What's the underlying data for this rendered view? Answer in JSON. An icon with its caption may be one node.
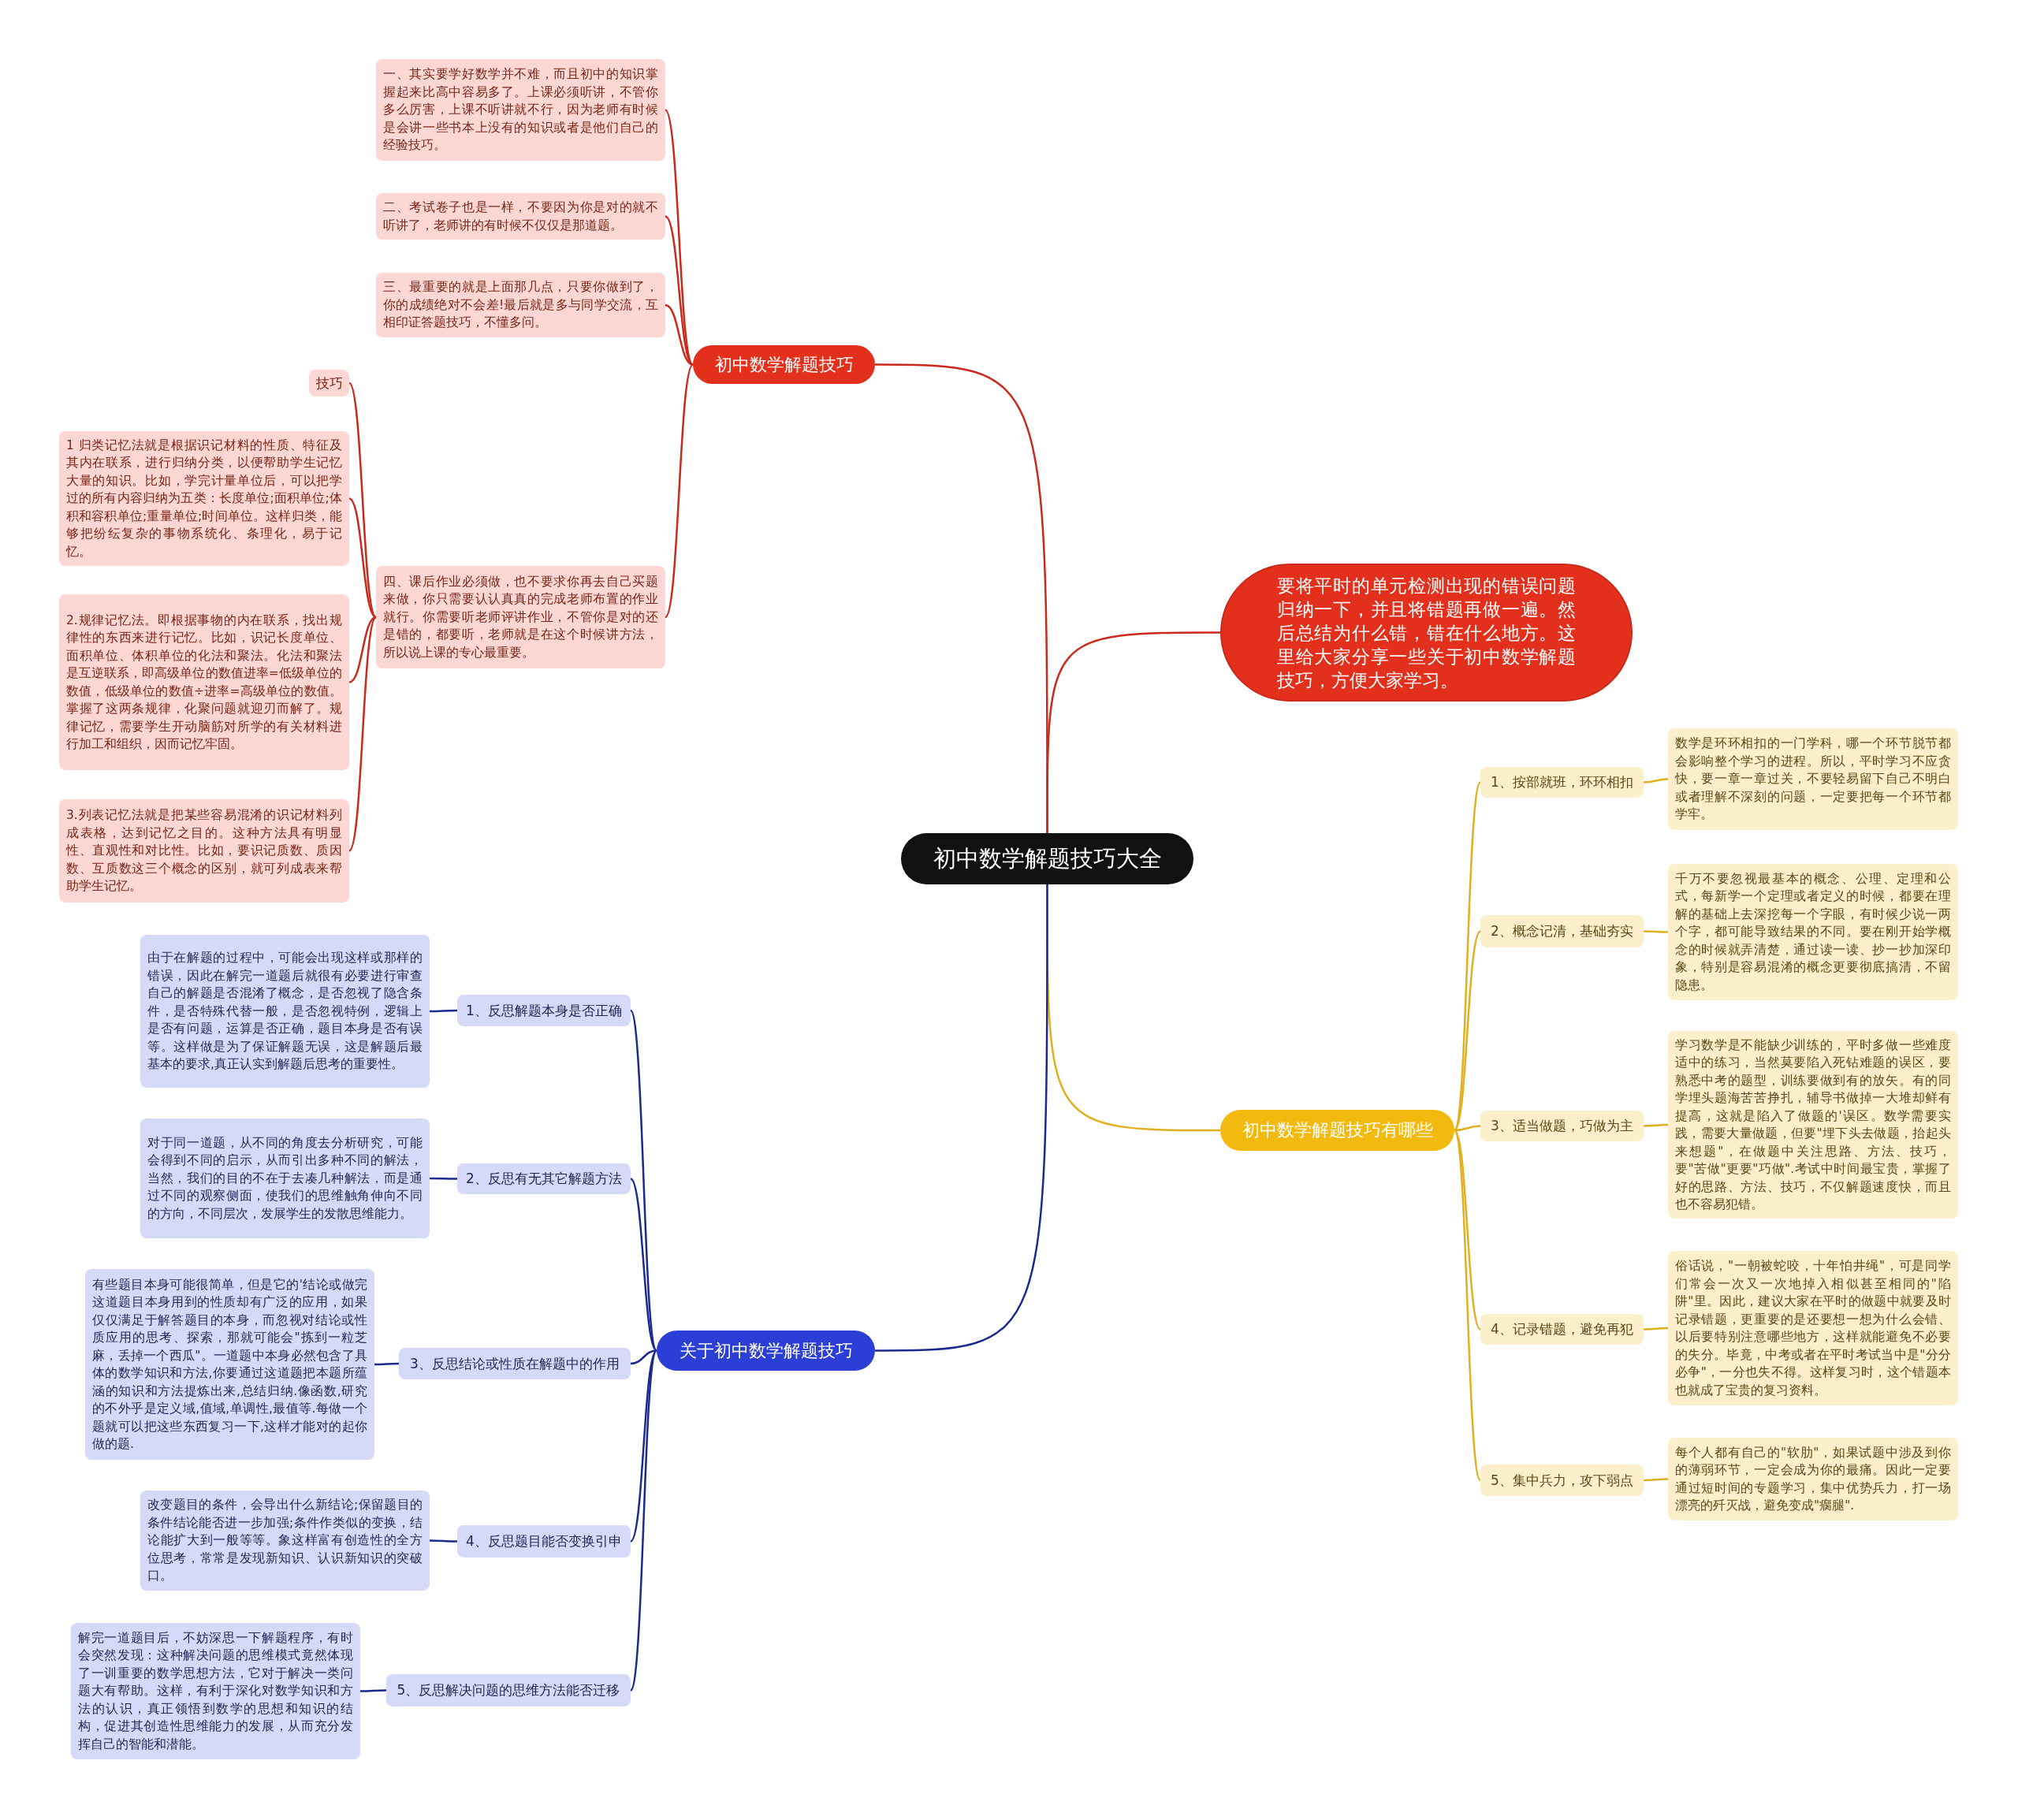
{
  "diagram": {
    "nodes": [
      {
        "text": [
          "初中数学解题技巧大全"
        ]
      },
      {
        "text": [
          "初中数学解题技巧"
        ]
      },
      {
        "text": [
          "一、其实要学好数学并不难，而且初中的知识掌握起来比高中容易多了。上课必须听讲，不管你多么厉害，上课不听讲就不行，因为老师有时候是会讲一些书本上没有的知识或者是他们自己的经验技巧。"
        ]
      },
      {
        "text": [
          "二、考试卷子也是一样，不要因为你是对的就不听讲了，老师讲的有时候不仅仅是那道题。"
        ]
      },
      {
        "text": [
          "三、最重要的就是上面那几点，只要你做到了，你的成绩绝对不会差!最后就是多与同学交流，互相印证答题技巧，不懂多问。"
        ]
      },
      {
        "text": [
          "四、课后作业必须做，也不要求你再去自己买题来做，你只需要认认真真的完成老师布置的作业就行。你需要听老师评讲作业，不管你是对的还是错的，都要听，老师就是在这个时候讲方法，所以说上课的专心最重要。"
        ]
      },
      {
        "text": [
          "技巧"
        ]
      },
      {
        "text": [
          "1 归类记忆法就是根据识记材料的性质、特征及其内在联系，进行归纳分类，以便帮助学生记忆大量的知识。比如，学完计量单位后，可以把学过的所有内容归纳为五类：长度单位;面积单位;体积和容积单位;重量单位;时间单位。这样归类，能够把纷纭复杂的事物系统化、条理化，易于记忆。"
        ]
      },
      {
        "text": [
          "2.规律记忆法。即根据事物的内在联系，找出规律性的东西来进行记忆。比如，识记长度单位、面积单位、体积单位的化法和聚法。化法和聚法是互逆联系，即高级单位的数值进率=低级单位的数值，低级单位的数值÷进率=高级单位的数值。掌握了这两条规律，化聚问题就迎刃而解了。规律记忆，需要学生开动脑筋对所学的有关材料进行加工和组织，因而记忆牢固。"
        ]
      },
      {
        "text": [
          "3.列表记忆法就是把某些容易混淆的识记材料列成表格，达到记忆之目的。这种方法具有明显性、直观性和对比性。比如，要识记质数、质因数、互质数这三个概念的区别，就可列成表来帮助学生记忆。"
        ]
      },
      {
        "text": [
          "要将平时的单元检测出现的错误问题归纳一下，并且将错题再做一遍。然后总结为什么错，错在什么地方。这里给大家分享一些关于初中数学解题技巧，方便大家学习。"
        ]
      },
      {
        "text": [
          "初中数学解题技巧有哪些"
        ]
      },
      {
        "text": [
          "1、按部就班，环环相扣"
        ]
      },
      {
        "text": [
          "数学是环环相扣的一门学科，哪一个环节脱节都会影响整个学习的进程。所以，平时学习不应贪快，要一章一章过关，不要轻易留下自己不明白或者理解不深刻的问题，一定要把每一个环节都学牢。"
        ]
      },
      {
        "text": [
          "2、概念记清，基础夯实"
        ]
      },
      {
        "text": [
          "千万不要忽视最基本的概念、公理、定理和公式，每新学一个定理或者定义的时候，都要在理解的基础上去深挖每一个字眼，有时候少说一两个字，都可能导致结果的不同。要在刚开始学概念的时候就弄清楚，通过读一读、抄一抄加深印象，特别是容易混淆的概念更要彻底搞清，不留隐患。"
        ]
      },
      {
        "text": [
          "3、适当做题，巧做为主"
        ]
      },
      {
        "text": [
          "学习数学是不能缺少训练的，平时多做一些难度适中的练习，当然莫要陷入死钻难题的误区，要熟悉中考的题型，训练要做到有的放矢。有的同学埋头题海苦苦挣扎，辅导书做掉一大堆却鲜有提高，这就是陷入了做题的'误区。数学需要实践，需要大量做题，但要\"埋下头去做题，抬起头来想题\"，在做题中关注思路、方法、技巧，要\"苦做\"更要\"巧做\".考试中时间最宝贵，掌握了好的思路、方法、技巧，不仅解题速度快，而且也不容易犯错。"
        ]
      },
      {
        "text": [
          "4、记录错题，避免再犯"
        ]
      },
      {
        "text": [
          "俗话说，\"一朝被蛇咬，十年怕井绳\"，可是同学们常会一次又一次地掉入相似甚至相同的\"陷阱\"里。因此，建议大家在平时的做题中就要及时记录错题，更重要的是还要想一想为什么会错、以后要特别注意哪些地方，这样就能避免不必要的失分。毕竟，中考或者在平时考试当中是\"分分必争\"，一分也失不得。这样复习时，这个错题本也就成了宝贵的复习资料。"
        ]
      },
      {
        "text": [
          "5、集中兵力，攻下弱点"
        ]
      },
      {
        "text": [
          "每个人都有自己的\"软肋\"，如果试题中涉及到你的薄弱环节，一定会成为你的最痛。因此一定要通过短时间的专题学习，集中优势兵力，打一场漂亮的歼灭战，避免变成\"瘸腿\"."
        ]
      },
      {
        "text": [
          "关于初中数学解题技巧"
        ]
      },
      {
        "text": [
          "1、反思解题本身是否正确"
        ]
      },
      {
        "text": [
          "由于在解题的过程中，可能会出现这样或那样的错误，因此在解完一道题后就很有必要进行审查自己的解题是否混淆了概念，是否忽视了隐含条件，是否特殊代替一般，是否忽视特例，逻辑上是否有问题，运算是否正确，题目本身是否有误等。这样做是为了保证解题无误，这是解题后最基本的要求,真正认实到解题后思考的重要性。"
        ]
      },
      {
        "text": [
          "2、反思有无其它解题方法"
        ]
      },
      {
        "text": [
          "对于同一道题，从不同的角度去分析研究，可能会得到不同的启示，从而引出多种不同的解法，当然，我们的目的不在于去凑几种解法，而是通过不同的观察侧面，使我们的思维触角伸向不同的方向，不同层次，发展学生的发散思维能力。"
        ]
      },
      {
        "text": [
          "3、反思结论或性质在解题中的作用"
        ]
      },
      {
        "text": [
          "有些题目本身可能很简单，但是它的'结论或做完这道题目本身用到的性质却有广泛的应用，如果仅仅满足于解答题目的本身，而忽视对结论或性质应用的思考、探索，那就可能会\"拣到一粒芝麻，丢掉一个西瓜\"。一道题中本身必然包含了具体的数学知识和方法,你要通过这道题把本题所蕴涵的知识和方法提炼出来,总结归纳.像函数,研究的不外乎是定义域,值域,单调性,最值等.每做一个题就可以把这些东西复习一下,这样才能对的起你做的题."
        ]
      },
      {
        "text": [
          "4、反思题目能否变换引申"
        ]
      },
      {
        "text": [
          "改变题目的条件，会导出什么新结论;保留题目的条件结论能否进一步加强;条件作类似的变换，结论能扩大到一般等等。象这样富有创造性的全方位思考，常常是发现新知识、认识新知识的突破口。"
        ]
      },
      {
        "text": [
          "5、反思解决问题的思维方法能否迁移"
        ]
      },
      {
        "text": [
          "解完一道题目后，不妨深思一下解题程序，有时会突然发现：这种解决问题的思维模式竟然体现了一训重要的数学思想方法，它对于解决一类问题大有帮助。这样，有利于深化对数学知识和方法的认识，真正领悟到数学的思想和知识的结构，促进其创造性思维能力的发展，从而充分发挥自己的智能和潜能。"
        ]
      }
    ],
    "edges": [
      {
        "from": 0,
        "to": 1,
        "arrow": "none",
        "color": "#c92a1c"
      },
      {
        "from": 1,
        "to": 2,
        "arrow": "none",
        "color": "#c92a1c"
      },
      {
        "from": 1,
        "to": 3,
        "arrow": "none",
        "color": "#c92a1c"
      },
      {
        "from": 1,
        "to": 4,
        "arrow": "none",
        "color": "#c92a1c"
      },
      {
        "from": 1,
        "to": 5,
        "arrow": "none",
        "color": "#c92a1c"
      },
      {
        "from": 5,
        "to": 6,
        "arrow": "none",
        "color": "#c92a1c"
      },
      {
        "from": 5,
        "to": 7,
        "arrow": "none",
        "color": "#c92a1c"
      },
      {
        "from": 5,
        "to": 8,
        "arrow": "none",
        "color": "#c92a1c"
      },
      {
        "from": 5,
        "to": 9,
        "arrow": "none",
        "color": "#c92a1c"
      },
      {
        "from": 0,
        "to": 10,
        "arrow": "none",
        "color": "#c92a1c"
      },
      {
        "from": 0,
        "to": 11,
        "arrow": "none",
        "color": "#e0b020"
      },
      {
        "from": 11,
        "to": 12,
        "arrow": "none",
        "color": "#e0b020"
      },
      {
        "from": 12,
        "to": 13,
        "arrow": "none",
        "color": "#e0b020"
      },
      {
        "from": 11,
        "to": 14,
        "arrow": "none",
        "color": "#e0b020"
      },
      {
        "from": 14,
        "to": 15,
        "arrow": "none",
        "color": "#e0b020"
      },
      {
        "from": 11,
        "to": 16,
        "arrow": "none",
        "color": "#e0b020"
      },
      {
        "from": 16,
        "to": 17,
        "arrow": "none",
        "color": "#e0b020"
      },
      {
        "from": 11,
        "to": 18,
        "arrow": "none",
        "color": "#e0b020"
      },
      {
        "from": 18,
        "to": 19,
        "arrow": "none",
        "color": "#e0b020"
      },
      {
        "from": 11,
        "to": 20,
        "arrow": "none",
        "color": "#e0b020"
      },
      {
        "from": 20,
        "to": 21,
        "arrow": "none",
        "color": "#e0b020"
      },
      {
        "from": 0,
        "to": 22,
        "arrow": "none",
        "color": "#1c2a90"
      },
      {
        "from": 22,
        "to": 23,
        "arrow": "none",
        "color": "#1c2a90"
      },
      {
        "from": 23,
        "to": 24,
        "arrow": "none",
        "color": "#1c2a90"
      },
      {
        "from": 22,
        "to": 25,
        "arrow": "none",
        "color": "#1c2a90"
      },
      {
        "from": 25,
        "to": 26,
        "arrow": "none",
        "color": "#1c2a90"
      },
      {
        "from": 22,
        "to": 27,
        "arrow": "none",
        "color": "#1c2a90"
      },
      {
        "from": 27,
        "to": 28,
        "arrow": "none",
        "color": "#1c2a90"
      },
      {
        "from": 22,
        "to": 29,
        "arrow": "none",
        "color": "#1c2a90"
      },
      {
        "from": 29,
        "to": 30,
        "arrow": "none",
        "color": "#1c2a90"
      },
      {
        "from": 22,
        "to": 31,
        "arrow": "none",
        "color": "#1c2a90"
      },
      {
        "from": 31,
        "to": 32,
        "arrow": "none",
        "color": "#1c2a90"
      }
    ]
  }
}
